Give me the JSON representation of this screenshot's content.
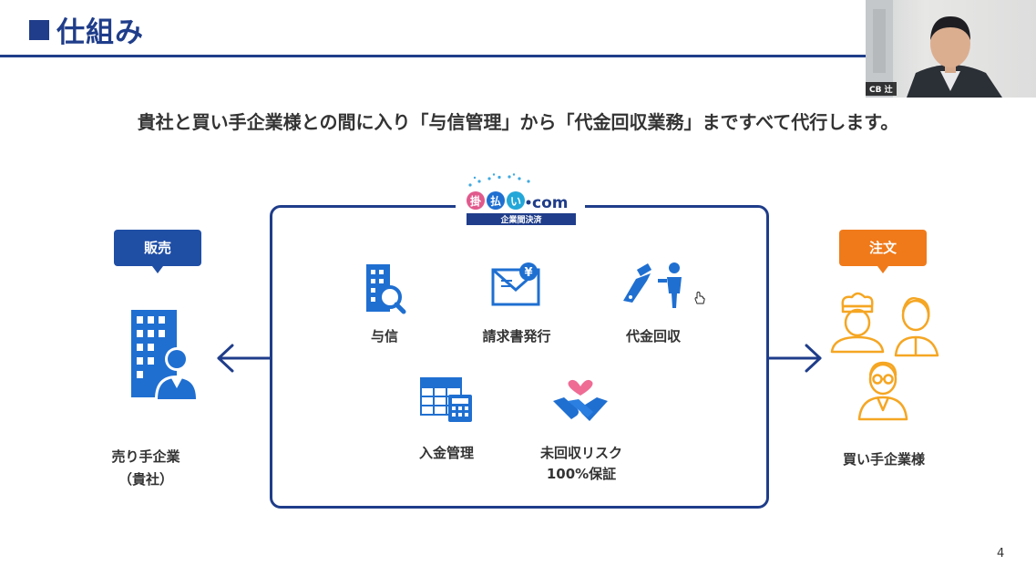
{
  "header": {
    "title": "仕組み"
  },
  "subtitle": "貴社と買い手企業様との間に入り「与信管理」から「代金回収業務」まですべて代行します。",
  "video": {
    "participant_label": "CB 辻"
  },
  "logo": {
    "main": "掛払い.com",
    "sub": "企業間決済"
  },
  "left": {
    "badge": "販売",
    "name_line1": "売り手企業",
    "name_line2": "（貴社）"
  },
  "right": {
    "badge": "注文",
    "name": "買い手企業様"
  },
  "services": [
    {
      "label": "与信",
      "icon": "building-search-icon"
    },
    {
      "label": "請求書発行",
      "icon": "invoice-envelope-icon"
    },
    {
      "label": "代金回収",
      "icon": "payment-handover-icon"
    },
    {
      "label": "入金管理",
      "icon": "ledger-calculator-icon"
    },
    {
      "label_line1": "未回収リスク",
      "label_line2": "100%保証",
      "icon": "handshake-heart-icon"
    }
  ],
  "page_number": "4",
  "colors": {
    "navy": "#1f3d8a",
    "blue": "#1f6fd1",
    "orange": "#f5a623",
    "badge_orange": "#f07a1a",
    "heart": "#ef6c95"
  }
}
